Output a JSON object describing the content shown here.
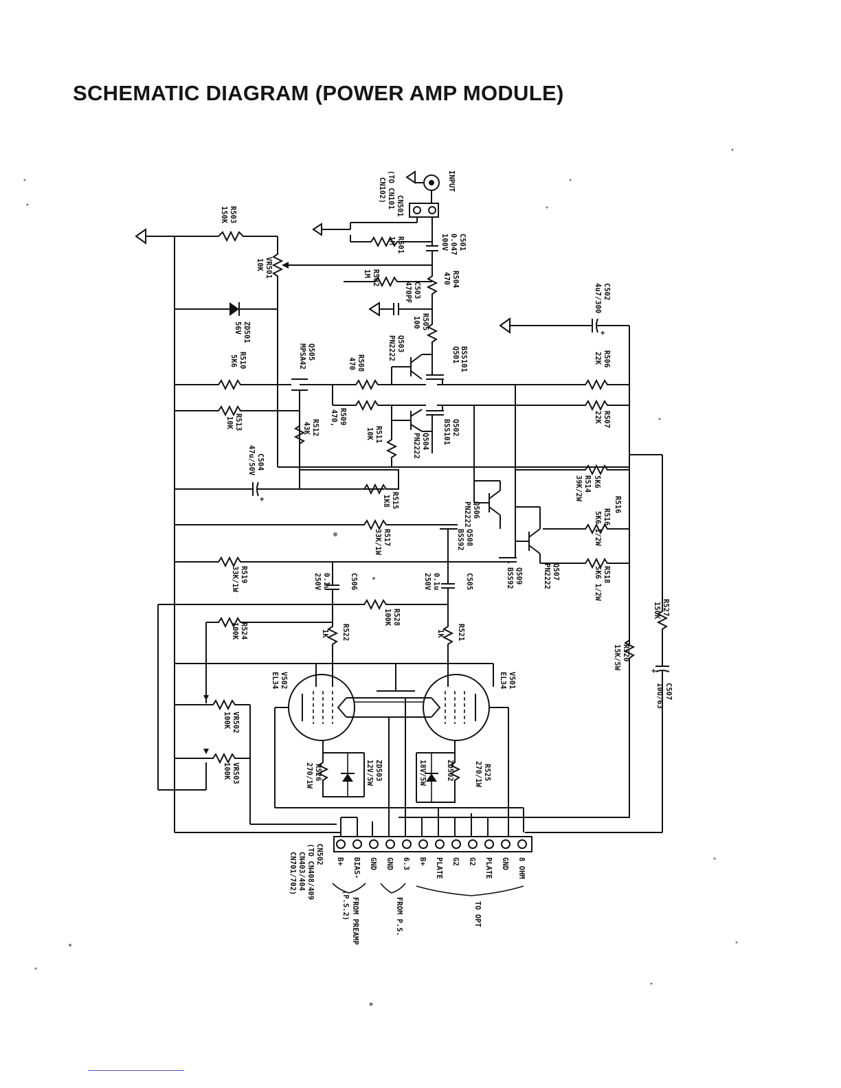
{
  "title": "SCHEMATIC DIAGRAM (POWER AMP MODULE)",
  "input": {
    "jack": "INPUT",
    "connector": "CN501",
    "connector_note": "(TO CN101",
    "connector_note2": "CN102)"
  },
  "components": {
    "c501": "C501",
    "c501_val": "0.047",
    "c501_v": "100V",
    "r501": "R501",
    "r501_val": "1M",
    "r502": "R502",
    "r502_val": "1M",
    "r503": "R503",
    "r503_val": "150K",
    "r504": "R504",
    "r504_val": "470",
    "r505": "R505",
    "r505_val": "100",
    "c503": "C503",
    "c503_val": "470PF",
    "c502": "C502",
    "c502_val": "4u7/300",
    "vr501": "VR501",
    "vr501_val": "10K",
    "zd501": "ZD501",
    "zd501_val": "56V",
    "r510": "R510",
    "r510_val": "5K6",
    "q505": "Q505",
    "q505_type": "MPSA42",
    "r508": "R508",
    "r508_val": "470",
    "q503": "Q503",
    "q503_type": "PN2222",
    "q501": "Q501",
    "q501_type": "BSS101",
    "r506": "R506",
    "r506_val": "22K",
    "r507": "R507",
    "r507_val": "22K",
    "r513": "R513",
    "r513_val": "10K",
    "r512": "R512",
    "r512_val": "43K",
    "r509": "R509",
    "r509_val": "470,",
    "q504": "Q504",
    "q504_type": "PN2222",
    "r511": "R511",
    "r511_val": "10K",
    "q502": "Q502",
    "q502_type": "BSS101",
    "c504": "C504",
    "c504_val": "47u/50V",
    "r515": "R515",
    "r515_val": "1K8",
    "q506": "Q506",
    "q506_type": "PN2222",
    "r514": "R514",
    "r514_val": "5K6",
    "r516": "R516",
    "r516_val": "39K/2W",
    "r516b": "R516",
    "r516b_val": "5K6 1/2W",
    "r517": "R517",
    "r517_val": "33K/1W",
    "q508": "Q508",
    "q508_type": "BSS92",
    "q509": "Q509",
    "q509_type": "BSS92",
    "q507": "Q507",
    "q507_type": "PN2222",
    "r518": "R518",
    "r518_val": "5K6 1/2W",
    "r519": "R519",
    "r519_val": "33K/1W",
    "c506": "C506",
    "c506_val": "0.1u",
    "c506_v": "250V",
    "c505": "C505",
    "c505_val": "0.1u",
    "c505_v": "250V",
    "r527": "R527",
    "r527_val": "150K",
    "r528": "R528",
    "r528_val": "100K",
    "r524": "R524",
    "r524_val": "100K",
    "r522": "R522",
    "r522_val": "1K",
    "r521": "R521",
    "r521_val": "1K",
    "r520": "R520",
    "r520_val": "15K/5W",
    "c507": "C507",
    "c507_val": "10u/63",
    "v502": "V502",
    "v502_type": "EL34",
    "v501": "V501",
    "v501_type": "EL34",
    "vr502": "VR502",
    "vr502_val": "100K",
    "vr503": "VR503",
    "vr503_val": "100K",
    "r526": "R526",
    "r526_val": "270/1W",
    "zd503": "ZD503",
    "zd503_val": "12V/5W",
    "zd502": "ZD502",
    "zd502_val": "18V/5W",
    "r525": "R525",
    "r525_val": "270/1W"
  },
  "cn502": {
    "name": "CN502",
    "note1": "(TO CN408/409",
    "note2": "CN403/404",
    "note3": "CN701/702)",
    "pins": [
      "B+",
      "BIAS-",
      "GND",
      "GND",
      "6.3",
      "B+",
      "PLATE",
      "G2",
      "G2",
      "PLATE",
      "GND",
      "8 OHM"
    ],
    "group_preamp": "FROM PREAMP",
    "group_preamp2": "(P.S.2)",
    "group_ps": "FROM P.S.",
    "group_opt": "TO OPT"
  }
}
